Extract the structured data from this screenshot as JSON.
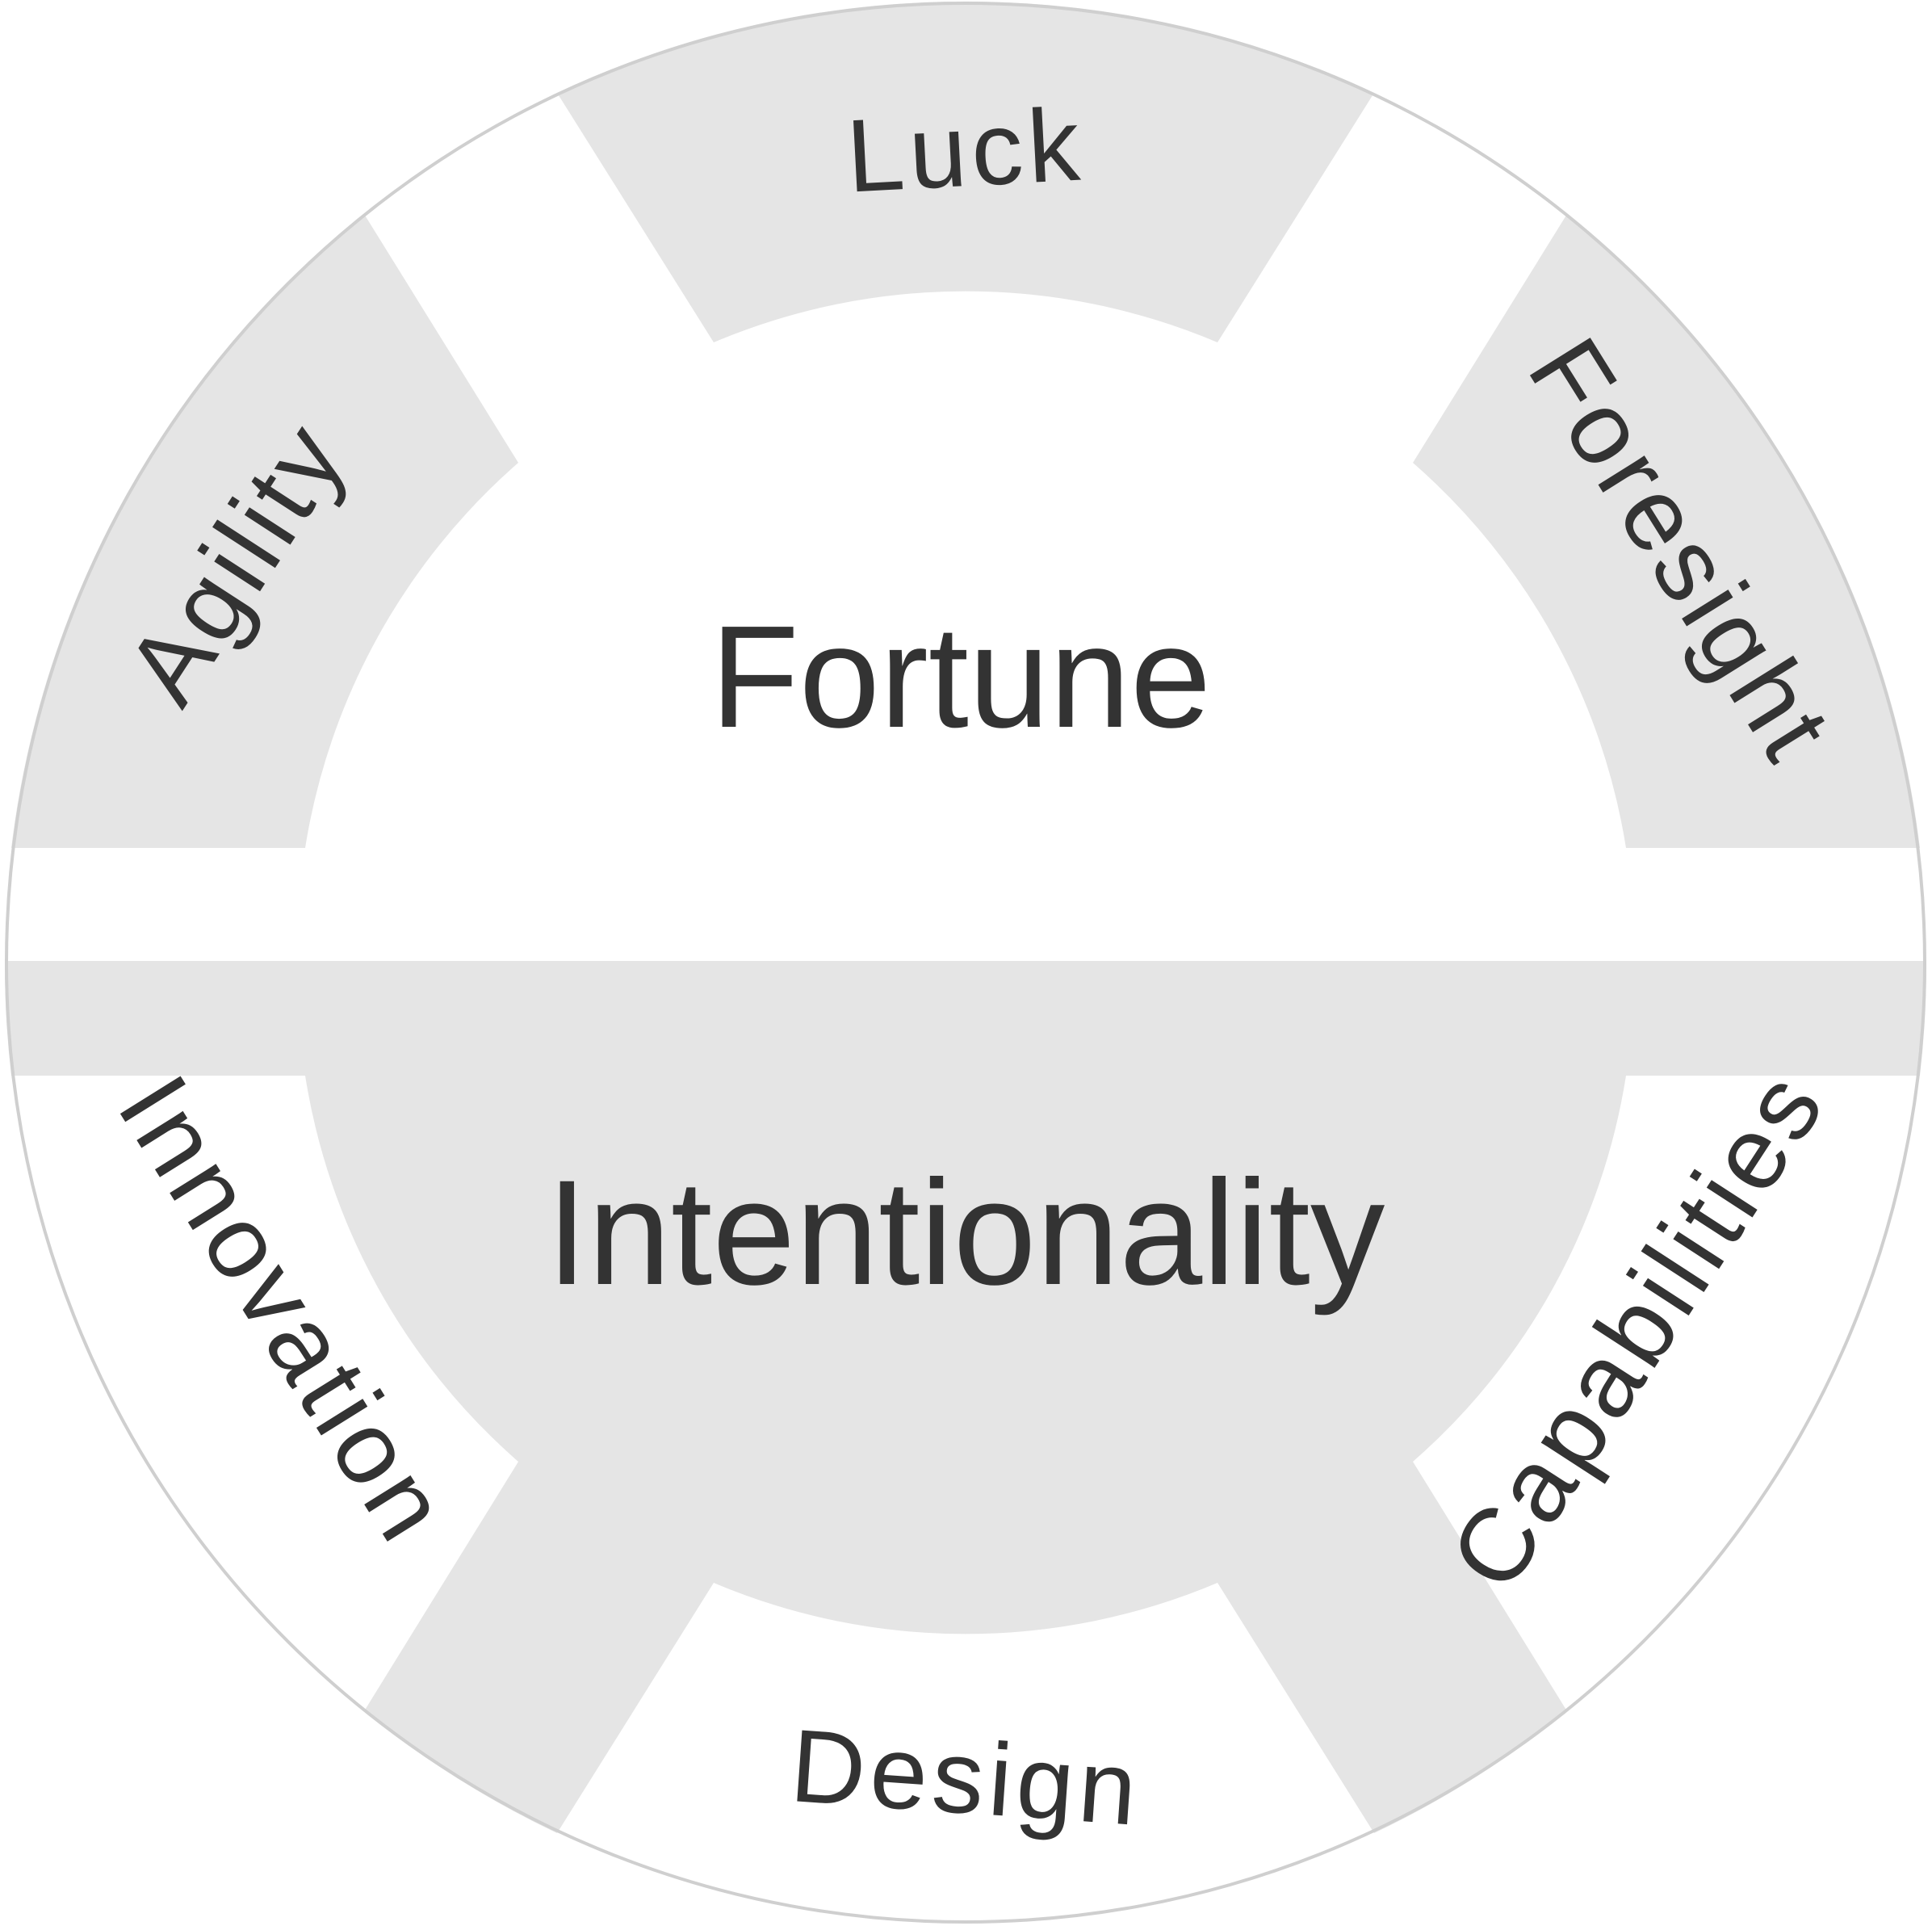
{
  "diagram": {
    "top_half_label": "Fortune",
    "bottom_half_label": "Intentionality",
    "petals": {
      "top": {
        "label": "Luck",
        "fill": "gray"
      },
      "upper_left": {
        "label": "Agility",
        "fill": "gray"
      },
      "upper_right": {
        "label": "Foresight",
        "fill": "gray"
      },
      "lower_left": {
        "label": "Innovation",
        "fill": "white"
      },
      "lower_right": {
        "label": "Capabilities",
        "fill": "white"
      },
      "bottom": {
        "label": "Design",
        "fill": "white"
      }
    },
    "colors": {
      "gray_fill": "#e5e5e5",
      "white_fill": "#ffffff",
      "text": "#333333",
      "outline": "#cfcfcf"
    }
  }
}
